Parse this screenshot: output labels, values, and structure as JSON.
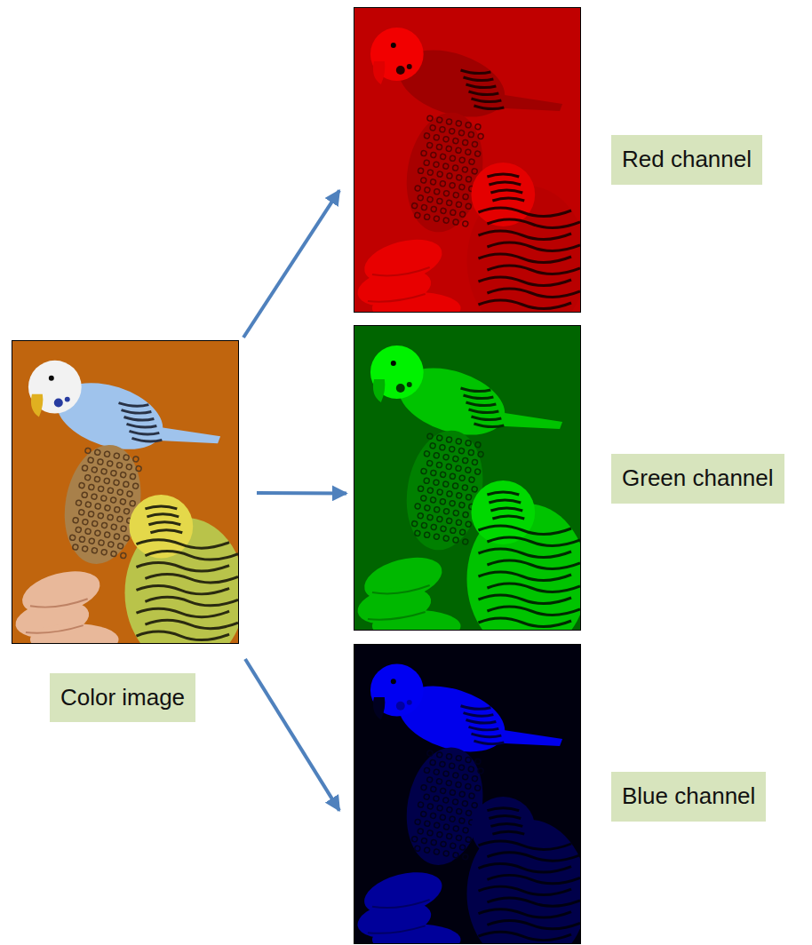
{
  "diagram": {
    "nodes": [
      {
        "text": [
          "Color image"
        ]
      },
      {
        "text": [
          "Red channel"
        ]
      },
      {
        "text": [
          "Green channel"
        ]
      },
      {
        "text": [
          "Blue channel"
        ]
      }
    ],
    "edges": [
      {
        "from": 0,
        "to": 1,
        "arrow": "to"
      },
      {
        "from": 0,
        "to": 2,
        "arrow": "to"
      },
      {
        "from": 0,
        "to": 3,
        "arrow": "to"
      }
    ]
  }
}
